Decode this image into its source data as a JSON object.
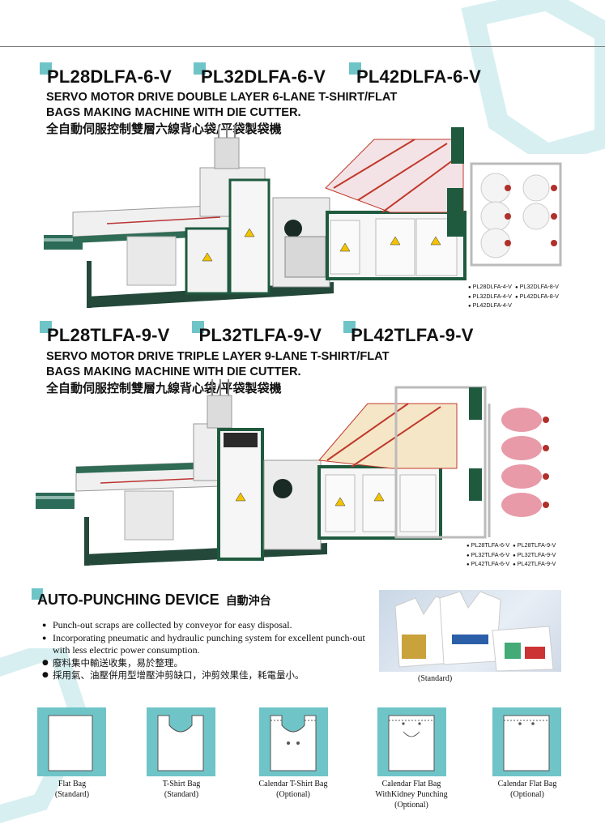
{
  "section1": {
    "codes": [
      "PL28DLFA-6-V",
      "PL32DLFA-6-V",
      "PL42DLFA-6-V"
    ],
    "subtitle_line1": "SERVO MOTOR DRIVE DOUBLE LAYER 6-LANE T-SHIRT/FLAT",
    "subtitle_line2": "BAGS MAKING MACHINE WITH DIE CUTTER.",
    "chinese": "全自動伺服控制雙層六線背心袋/平袋製袋機",
    "models": [
      "PL28DLFA-4-V",
      "PL32DLFA-8-V",
      "PL32DLFA-4-V",
      "PL42DLFA-8-V",
      "PL42DLFA-4-V"
    ]
  },
  "section2": {
    "codes": [
      "PL28TLFA-9-V",
      "PL32TLFA-9-V",
      "PL42TLFA-9-V"
    ],
    "subtitle_line1": "SERVO MOTOR DRIVE TRIPLE LAYER 9-LANE T-SHIRT/FLAT",
    "subtitle_line2": "BAGS MAKING MACHINE WITH DIE CUTTER.",
    "chinese": "全自動伺服控制雙層九線背心袋/平袋製袋機",
    "models": [
      "PL28TLFA-6-V",
      "PL28TLFA-9-V",
      "PL32TLFA-6-V",
      "PL32TLFA-9-V",
      "PL42TLFA-6-V",
      "PL42TLFA-9-V"
    ]
  },
  "auto_punching": {
    "title": "AUTO-PUNCHING DEVICE",
    "title_zh": "自動沖台",
    "bullets": [
      "Punch-out scraps are collected by conveyor for easy disposal.",
      "Incorporating pneumatic and hydraulic punching system for excellent punch-out with less electric power consumption.",
      "廢料集中輸送收集，易於整理。",
      "採用氣、油壓併用型增壓沖剪缺口，沖剪效果佳，耗電量小。"
    ],
    "photo_caption": "(Standard)"
  },
  "bag_types": [
    {
      "name": "Flat Bag",
      "extra": "",
      "note": "(Standard)"
    },
    {
      "name": "T-Shirt Bag",
      "extra": "",
      "note": "(Standard)"
    },
    {
      "name": "Calendar T-Shirt Bag",
      "extra": "",
      "note": "(Optional)"
    },
    {
      "name": "Calendar Flat Bag",
      "extra": "WithKidney Punching",
      "note": "(Optional)"
    },
    {
      "name": "Calendar Flat Bag",
      "extra": "",
      "note": "(Optional)"
    }
  ],
  "colors": {
    "accent": "#6fc4c8",
    "machine_green": "#1f5a3f",
    "deco": "#d7eff1"
  }
}
